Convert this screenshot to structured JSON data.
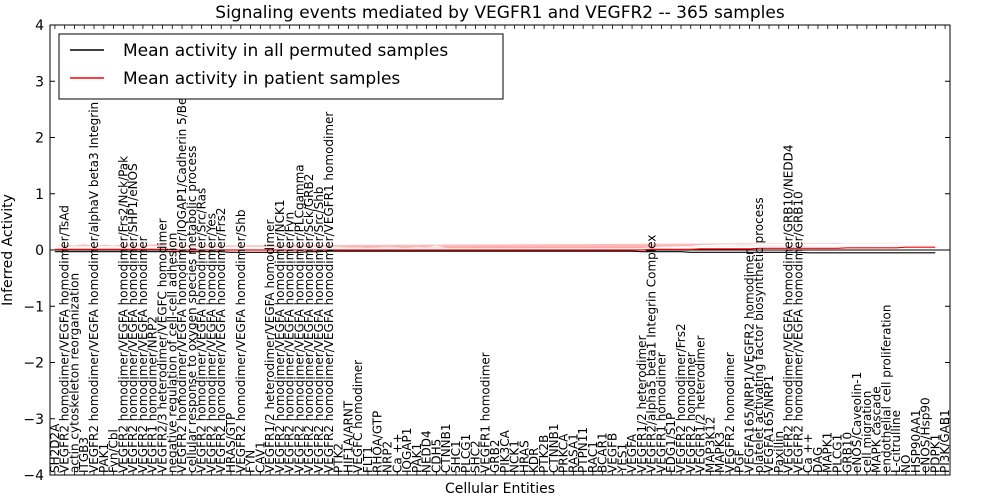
{
  "chart_data": {
    "type": "line",
    "title": "Signaling events mediated by VEGFR1 and VEGFR2 -- 365 samples",
    "xlabel": "Cellular Entities",
    "ylabel": "Inferred Activity",
    "ylim": [
      -4,
      4
    ],
    "yticks": [
      -4,
      -3,
      -2,
      -1,
      0,
      1,
      2,
      3,
      4
    ],
    "grid": false,
    "legend_position": "top-left",
    "legend": [
      {
        "label": "Mean activity in all permuted samples",
        "color": "#000000"
      },
      {
        "label": "Mean activity in patient samples",
        "color": "#ff0000"
      }
    ],
    "band_colors": {
      "permuted": "#cccccc",
      "patient": "#ff8080"
    },
    "categories": [
      "SH2D2A",
      "VEGFR2 homodimer/VEGFA homodimer/TsAd",
      "actin cytoskeleton reorganization",
      "ITGB3",
      "VEGFR2 homodimer/VEGFA homodimer/alphaV beta3 Integrin",
      "PAK1",
      "Fyn/Cbl",
      "VEGFR2 homodimer/VEGFA homodimer/Frs2/Nck/Pak",
      "VEGFR2 homodimer/VEGFA homodimer/SHP1/eNOS",
      "VEGFR2 homodimer/VEGFA homodimer",
      "VEGFR1 homodimer/NRP2",
      "VEGFR2/3 heterodimer/VEGFC homodimer",
      "negative regulation of cell-cell adhesion",
      "VEGFR2 homodimer/VEGFA homodimer/IQGAP1/Cadherin 5/Beta catenin",
      "cellular response to oxygen species metabolic process",
      "VEGFR2 homodimer/VEGFA homodimer/Src/Ras",
      "VEGFR2 homodimer/VEGFA homodimer/Yes",
      "VEGFR2 homodimer/VEGFA homodimer/Frs2",
      "HRAS/GTP",
      "VEGFR2 homodimer/VEGFA homodimer/Shb",
      "FYN",
      "CAV1",
      "VEGFR1/2 heterodimer/VEGFA homodimer",
      "VEGFR2 homodimer/VEGFA homodimer/NCK1",
      "VEGFR2 homodimer/VEGFA homodimer/Fyn",
      "VEGFR2 homodimer/VEGFA homodimer/PLCgamma",
      "VEGFR2 homodimer/VEGFA homodimer/Sck/GRB2",
      "VEGFR2 homodimer/VEGFA homodimer/Src/Shb",
      "VEGFR2 homodimer/VEGFA homodimer/VEGFR1 homodimer",
      "PTK2",
      "HIF1A/ARNT",
      "VEGFC homodimer",
      "FLT1",
      "RHOA/GTP",
      "NRP2",
      "Ca ++",
      "IQGAP1",
      "PAK1",
      "NEDD4",
      "CDH5",
      "CTNNB1",
      "SHC1",
      "PLCG1",
      "SHC2",
      "VEGFR1 homodimer",
      "GRB2",
      "PIK3CA",
      "NCK1",
      "HRAS",
      "KDR",
      "PTK2B",
      "CTNNB1",
      "PRKCA",
      "RASA1",
      "PTPN11",
      "RAC1",
      "BCAR1",
      "VEGFB",
      "YES1",
      "VEGFA",
      "VEGFR1/2 heterodimer",
      "VEGFR2/alpha5 beta1 Integrin Complex",
      "VEGFR1 homodimer",
      "EDG1/S1P",
      "VEGFR2 homodimer/Frs2",
      "VEGFR2 homodimer",
      "VEGFR1/2 heterodimer",
      "MAP3K12",
      "MAPK3",
      "VEGFR2 homodimer",
      "PGF",
      "VEGFA165/NRP1/VEGFR2 homodimer",
      "platelet activating factor biosynthetic process",
      "VEGFA165/NRP1",
      "Paxillin",
      "VEGFR2 homodimer/VEGFA homodimer/GRB10/NEDD4",
      "VEGFR2 homodimer/VEGFA homodimer/GRB10",
      "Ca ++",
      "DAG",
      "MAPK1",
      "PLCG1",
      "GRB10",
      "eNOS/Caveolin-1",
      "cell migration",
      "MAPK cascade",
      "endothelial cell proliferation",
      "L-citrulline",
      "NO",
      "HSP90AA1",
      "eNOS/Hsp90",
      "PDPK1",
      "PI3K/GAB1"
    ],
    "patient_mean": [
      0.01,
      0.01,
      0.01,
      0.01,
      0.01,
      0.01,
      0.01,
      0.01,
      0.01,
      0.01,
      0.01,
      0.01,
      0.0,
      0.0,
      0.0,
      0.0,
      0.0,
      0.0,
      0.0,
      0.0,
      0.0,
      0.0,
      0.0,
      0.0,
      0.0,
      0.0,
      0.0,
      0.0,
      0.0,
      0.0,
      0.0,
      0.0,
      0.0,
      0.0,
      0.0,
      0.0,
      0.0,
      0.0,
      0.0,
      0.0,
      0.0,
      0.0,
      0.0,
      0.0,
      0.0,
      0.0,
      0.0,
      0.0,
      0.0,
      0.0,
      0.0,
      0.0,
      0.0,
      0.0,
      0.0,
      0.0,
      0.0,
      0.0,
      0.0,
      0.0,
      0.0,
      0.01,
      0.01,
      0.01,
      0.01,
      0.01,
      0.02,
      0.02,
      0.02,
      0.02,
      0.02,
      0.02,
      0.03,
      0.03,
      0.03,
      0.03,
      0.03,
      0.03,
      0.03,
      0.03,
      0.03,
      0.04,
      0.04,
      0.04,
      0.04,
      0.04,
      0.04,
      0.05,
      0.05,
      0.05,
      0.05
    ],
    "patient_spread": [
      0.06,
      0.08,
      0.07,
      0.09,
      0.06,
      0.08,
      0.07,
      0.09,
      0.08,
      0.07,
      0.09,
      0.08,
      0.06,
      0.07,
      0.06,
      0.07,
      0.06,
      0.06,
      0.06,
      0.07,
      0.06,
      0.06,
      0.06,
      0.06,
      0.06,
      0.06,
      0.06,
      0.06,
      0.06,
      0.06,
      0.05,
      0.05,
      0.04,
      0.05,
      0.06,
      0.05,
      0.04,
      0.06,
      0.05,
      0.08,
      0.04,
      0.03,
      0.03,
      0.03,
      0.03,
      0.03,
      0.03,
      0.03,
      0.03,
      0.03,
      0.03,
      0.03,
      0.03,
      0.03,
      0.03,
      0.03,
      0.03,
      0.03,
      0.03,
      0.03,
      0.03,
      0.04,
      0.05,
      0.05,
      0.06,
      0.06,
      0.07,
      0.07,
      0.08,
      0.08,
      0.08,
      0.08,
      0.08,
      0.08,
      0.08,
      0.08,
      0.08,
      0.08,
      0.08,
      0.08,
      0.08,
      0.08,
      0.08,
      0.08,
      0.08,
      0.08,
      0.08,
      0.08,
      0.08,
      0.08,
      0.08
    ],
    "permuted_mean": [
      -0.03,
      -0.03,
      -0.03,
      -0.03,
      -0.03,
      -0.03,
      -0.03,
      -0.03,
      -0.03,
      -0.03,
      -0.03,
      -0.03,
      -0.03,
      -0.03,
      -0.03,
      -0.03,
      -0.03,
      -0.03,
      -0.04,
      -0.04,
      -0.04,
      -0.04,
      -0.04,
      -0.04,
      -0.04,
      -0.04,
      -0.03,
      -0.03,
      -0.02,
      -0.02,
      -0.02,
      -0.02,
      -0.02,
      -0.02,
      -0.02,
      -0.02,
      -0.02,
      -0.02,
      -0.02,
      -0.02,
      -0.02,
      -0.02,
      -0.02,
      -0.02,
      -0.02,
      -0.02,
      -0.02,
      -0.02,
      -0.02,
      -0.02,
      -0.02,
      -0.02,
      -0.02,
      -0.02,
      -0.02,
      -0.02,
      -0.02,
      -0.02,
      -0.02,
      -0.02,
      -0.03,
      -0.03,
      -0.03,
      -0.03,
      -0.03,
      -0.04,
      -0.04,
      -0.04,
      -0.04,
      -0.04,
      -0.04,
      -0.04,
      -0.04,
      -0.04,
      -0.04,
      -0.04,
      -0.04,
      -0.05,
      -0.05,
      -0.05,
      -0.05,
      -0.05,
      -0.05,
      -0.05,
      -0.05,
      -0.05,
      -0.05,
      -0.05,
      -0.05,
      -0.05,
      -0.05
    ],
    "permuted_spread": [
      0.08,
      0.09,
      0.09,
      0.09,
      0.09,
      0.09,
      0.09,
      0.09,
      0.09,
      0.09,
      0.09,
      0.09,
      0.09,
      0.09,
      0.09,
      0.09,
      0.09,
      0.09,
      0.1,
      0.1,
      0.1,
      0.1,
      0.1,
      0.1,
      0.1,
      0.1,
      0.09,
      0.08,
      0.07,
      0.06,
      0.05,
      0.05,
      0.05,
      0.05,
      0.05,
      0.05,
      0.05,
      0.05,
      0.05,
      0.05,
      0.05,
      0.05,
      0.05,
      0.05,
      0.05,
      0.05,
      0.05,
      0.05,
      0.05,
      0.05,
      0.05,
      0.05,
      0.05,
      0.05,
      0.05,
      0.05,
      0.05,
      0.05,
      0.05,
      0.05,
      0.07,
      0.08,
      0.09,
      0.1,
      0.1,
      0.11,
      0.11,
      0.11,
      0.11,
      0.11,
      0.12,
      0.12,
      0.12,
      0.12,
      0.12,
      0.12,
      0.12,
      0.12,
      0.12,
      0.12,
      0.12,
      0.12,
      0.12,
      0.12,
      0.12,
      0.12,
      0.12,
      0.12,
      0.12,
      0.12,
      0.12
    ]
  }
}
